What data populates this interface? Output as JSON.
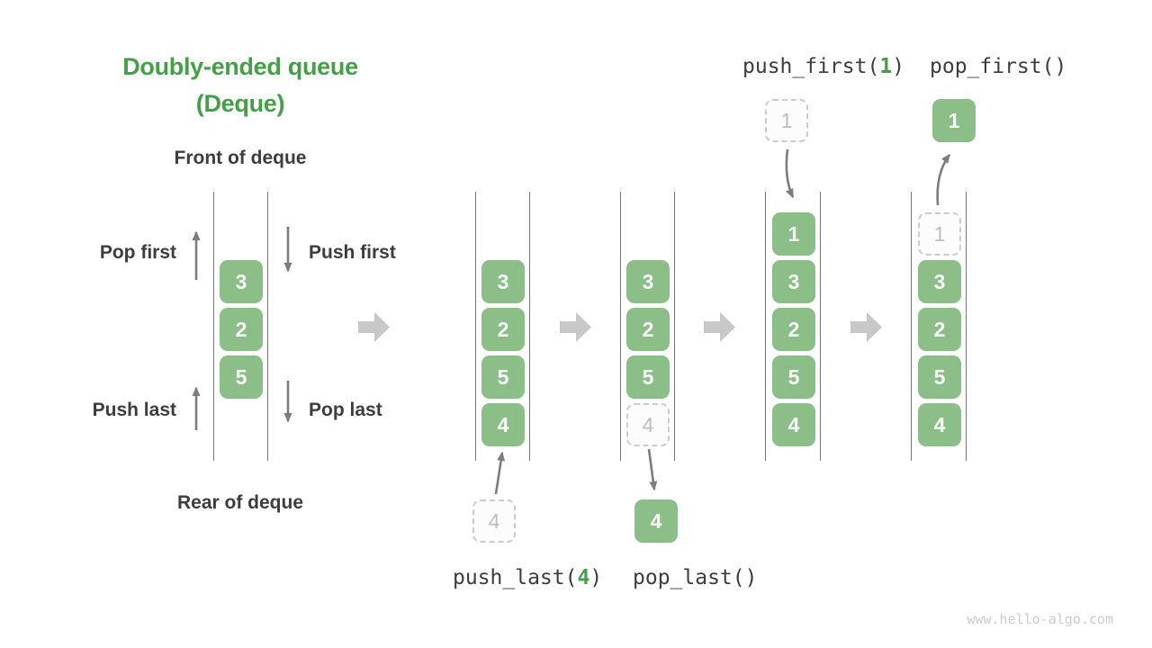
{
  "title": {
    "line1": "Doubly-ended queue",
    "line2": "(Deque)"
  },
  "labels": {
    "front": "Front of deque",
    "rear": "Rear of deque",
    "pop_first": "Pop first",
    "push_first": "Push first",
    "push_last": "Push last",
    "pop_last": "Pop last"
  },
  "operations": {
    "push_first": {
      "name": "push_first(",
      "arg": "1",
      "close": ")"
    },
    "pop_first": {
      "name": "pop_first()"
    },
    "push_last": {
      "name": "push_last(",
      "arg": "4",
      "close": ")"
    },
    "pop_last": {
      "name": "pop_last()"
    }
  },
  "deque_states": {
    "initial": {
      "items": [
        "3",
        "2",
        "5"
      ]
    },
    "after_push_last": {
      "items": [
        "3",
        "2",
        "5",
        "4"
      ],
      "incoming": "4"
    },
    "after_pop_last": {
      "items": [
        "3",
        "2",
        "5"
      ],
      "removed_slot": "4",
      "popped": "4"
    },
    "after_push_first": {
      "items": [
        "1",
        "3",
        "2",
        "5",
        "4"
      ],
      "incoming": "1"
    },
    "after_pop_first": {
      "items": [
        "3",
        "2",
        "5",
        "4"
      ],
      "removed_slot": "1",
      "popped": "1"
    }
  },
  "watermark": "www.hello-algo.com",
  "colors": {
    "accent_green": "#43a047",
    "box_green": "#8cbe88",
    "ghost_gray": "#cccccc",
    "thin_arrow_gray": "#7d7d7d",
    "block_arrow_gray": "#c8c8c8",
    "text_dark": "#3d3d3d"
  }
}
